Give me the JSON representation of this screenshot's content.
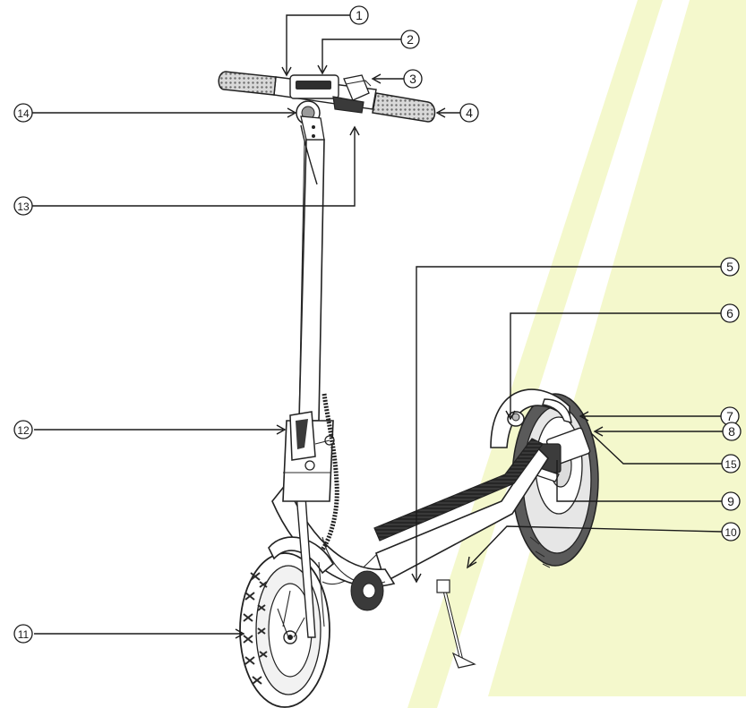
{
  "colors": {
    "highlight_band": "#f4f8cc",
    "highlight_edge": "#eef5b8",
    "line": "#1a1a1a",
    "tire": "#505050"
  },
  "callouts": [
    {
      "id": "c1",
      "label": "1"
    },
    {
      "id": "c2",
      "label": "2"
    },
    {
      "id": "c3",
      "label": "3"
    },
    {
      "id": "c4",
      "label": "4"
    },
    {
      "id": "c5",
      "label": "5"
    },
    {
      "id": "c6",
      "label": "6"
    },
    {
      "id": "c7",
      "label": "7"
    },
    {
      "id": "c8",
      "label": "8"
    },
    {
      "id": "c9",
      "label": "9"
    },
    {
      "id": "c10",
      "label": "10"
    },
    {
      "id": "c11",
      "label": "11"
    },
    {
      "id": "c12",
      "label": "12"
    },
    {
      "id": "c13",
      "label": "13"
    },
    {
      "id": "c14",
      "label": "14"
    },
    {
      "id": "c15",
      "label": "15"
    }
  ]
}
